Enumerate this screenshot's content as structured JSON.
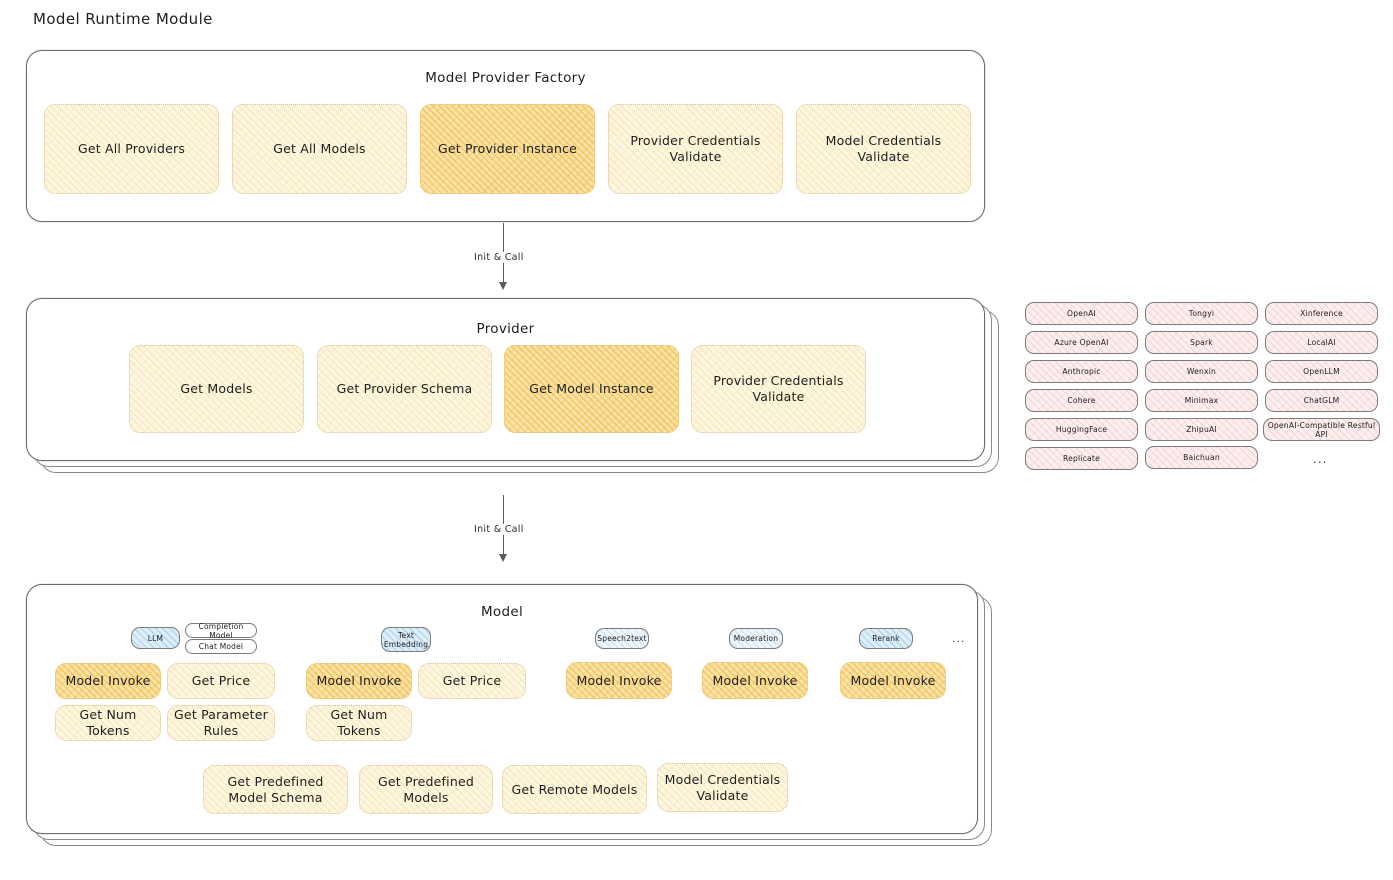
{
  "page": {
    "title": "Model Runtime Module"
  },
  "factory": {
    "title": "Model Provider Factory",
    "boxes": [
      {
        "label": "Get All Providers",
        "highlight": false
      },
      {
        "label": "Get All Models",
        "highlight": false
      },
      {
        "label": "Get Provider Instance",
        "highlight": true
      },
      {
        "label": "Provider Credentials Validate",
        "highlight": false
      },
      {
        "label": "Model Credentials Validate",
        "highlight": false
      }
    ]
  },
  "arrows": [
    {
      "label": "Init & Call"
    },
    {
      "label": "Init & Call"
    }
  ],
  "provider": {
    "title": "Provider",
    "boxes": [
      {
        "label": "Get Models",
        "highlight": false
      },
      {
        "label": "Get Provider Schema",
        "highlight": false
      },
      {
        "label": "Get Model Instance",
        "highlight": true
      },
      {
        "label": "Provider Credentials Validate",
        "highlight": false
      }
    ]
  },
  "provider_list": {
    "columns": [
      [
        "OpenAI",
        "Azure OpenAI",
        "Anthropic",
        "Cohere",
        "HuggingFace",
        "Replicate"
      ],
      [
        "Tongyi",
        "Spark",
        "Wenxin",
        "Minimax",
        "ZhipuAI",
        "Baichuan"
      ],
      [
        "Xinference",
        "LocalAI",
        "OpenLLM",
        "ChatGLM",
        "OpenAI-Compatible Restful API"
      ]
    ],
    "more": "..."
  },
  "model": {
    "title": "Model",
    "more": "...",
    "types": [
      {
        "badge": "LLM",
        "badge_style": "blue-strong",
        "sub_badges": [
          "Completion Model",
          "Chat Model"
        ],
        "ops": [
          "Model Invoke",
          "Get Price",
          "Get Num Tokens",
          "Get Parameter Rules"
        ],
        "highlight_op": "Model Invoke"
      },
      {
        "badge": "Text Embedding",
        "badge_style": "blue-strong",
        "sub_badges": [],
        "ops": [
          "Model Invoke",
          "Get Price",
          "Get Num Tokens"
        ],
        "highlight_op": "Model Invoke"
      },
      {
        "badge": "Speech2text",
        "badge_style": "blue",
        "sub_badges": [],
        "ops": [
          "Model Invoke"
        ],
        "highlight_op": "Model Invoke"
      },
      {
        "badge": "Moderation",
        "badge_style": "blue",
        "sub_badges": [],
        "ops": [
          "Model Invoke"
        ],
        "highlight_op": "Model Invoke"
      },
      {
        "badge": "Rerank",
        "badge_style": "blue-strong",
        "sub_badges": [],
        "ops": [
          "Model Invoke"
        ],
        "highlight_op": "Model Invoke"
      }
    ],
    "common_ops": [
      "Get Predefined Model Schema",
      "Get Predefined Models",
      "Get Remote Models",
      "Model Credentials Validate"
    ]
  },
  "colors": {
    "highlight_orange": "#fbe3a8",
    "cream": "#fdf6e0",
    "pink": "#fdf0f0",
    "blue": "#eef6fb",
    "stroke": "#6b6b6b"
  }
}
